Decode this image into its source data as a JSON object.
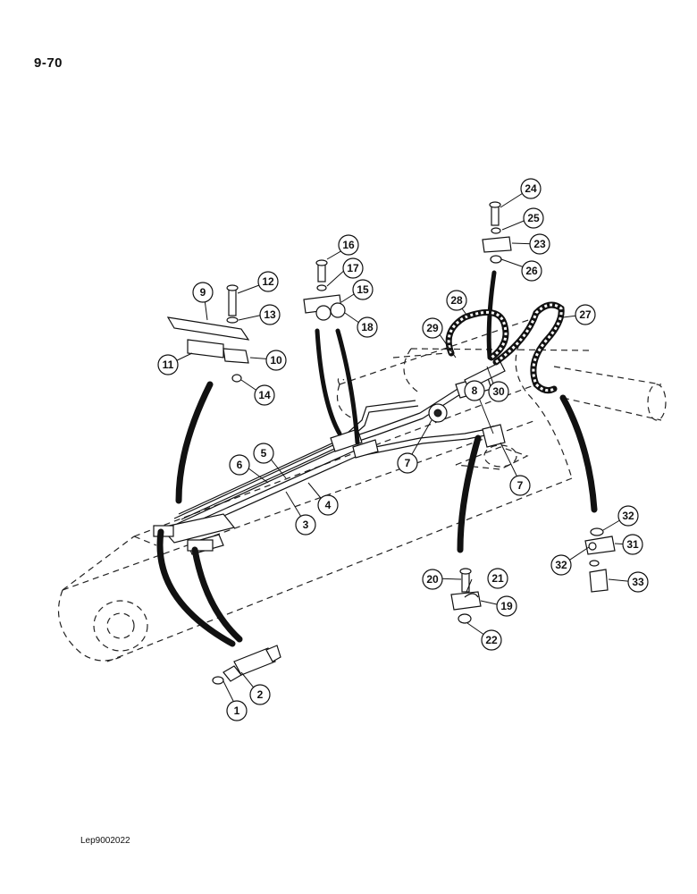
{
  "page_number": "9-70",
  "document_code": "Lep9002022",
  "callouts": [
    "1",
    "2",
    "3",
    "4",
    "5",
    "6",
    "7",
    "7",
    "8",
    "9",
    "10",
    "11",
    "12",
    "13",
    "14",
    "15",
    "16",
    "17",
    "18",
    "19",
    "20",
    "21",
    "22",
    "23",
    "24",
    "25",
    "26",
    "27",
    "28",
    "29",
    "30",
    "31",
    "32",
    "32",
    "33"
  ]
}
